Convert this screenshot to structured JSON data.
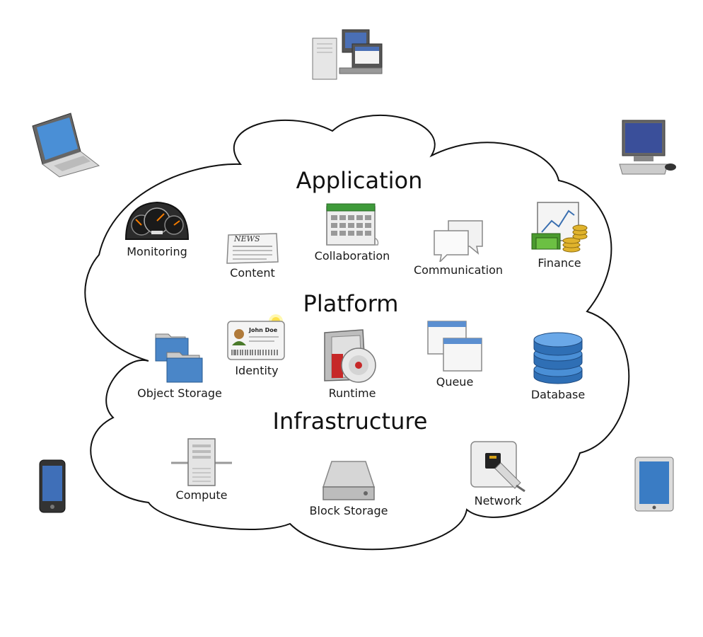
{
  "layers": {
    "application": "Application",
    "platform": "Platform",
    "infrastructure": "Infrastructure"
  },
  "services": {
    "monitoring": "Monitoring",
    "content": "Content",
    "collaboration": "Collaboration",
    "communication": "Communication",
    "finance": "Finance",
    "identity": "Identity",
    "identity_card_name": "John Doe",
    "object_storage": "Object Storage",
    "runtime": "Runtime",
    "queue": "Queue",
    "database": "Database",
    "compute": "Compute",
    "block_storage": "Block Storage",
    "network": "Network"
  },
  "content_icon_text": "NEWS",
  "devices": [
    "server-and-desktops",
    "laptop",
    "desktop",
    "smartphone",
    "tablet"
  ]
}
